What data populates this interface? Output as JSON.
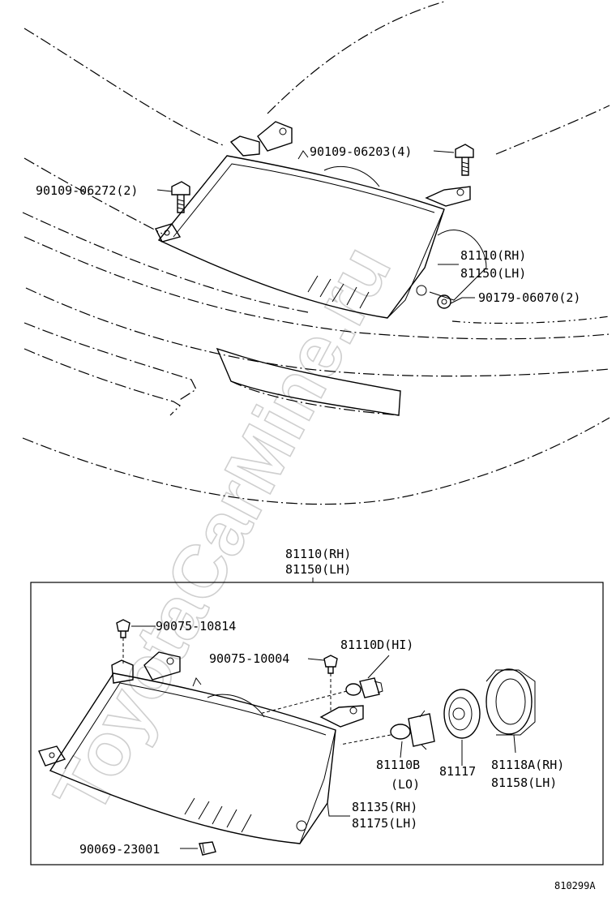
{
  "watermark": "ToyotaCarMine.ru",
  "top_view": {
    "labels": {
      "bolt_upper": "90109-06203(4)",
      "bolt_left": "90109-06272(2)",
      "assy_rh": "81110(RH)",
      "assy_lh": "81150(LH)",
      "nut": "90179-06070(2)"
    }
  },
  "detail_view": {
    "header_rh": "81110(RH)",
    "header_lh": "81150(LH)",
    "labels": {
      "screw_top": "90075-10814",
      "screw_mid": "90075-10004",
      "bulb_hi": "81110D(HI)",
      "bulb_lo": "81110B",
      "bulb_lo_note": "(LO)",
      "socket": "81117",
      "cover_rh": "81118A(RH)",
      "cover_lh": "81158(LH)",
      "housing_rh": "81135(RH)",
      "housing_lh": "81175(LH)",
      "nut_bottom": "90069-23001"
    }
  },
  "figure_code": "810299A"
}
